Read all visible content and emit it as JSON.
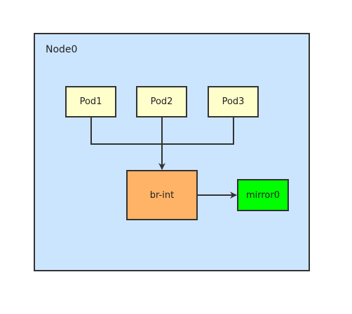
{
  "node": {
    "label": "Node0"
  },
  "pods": [
    {
      "label": "Pod1"
    },
    {
      "label": "Pod2"
    },
    {
      "label": "Pod3"
    }
  ],
  "bridge": {
    "label": "br-int"
  },
  "mirror": {
    "label": "mirror0"
  },
  "colors": {
    "node_bg": "#cce5ff",
    "pod_bg": "#ffffcc",
    "bridge_bg": "#ffb366",
    "mirror_bg": "#00ff00",
    "stroke": "#333333"
  }
}
